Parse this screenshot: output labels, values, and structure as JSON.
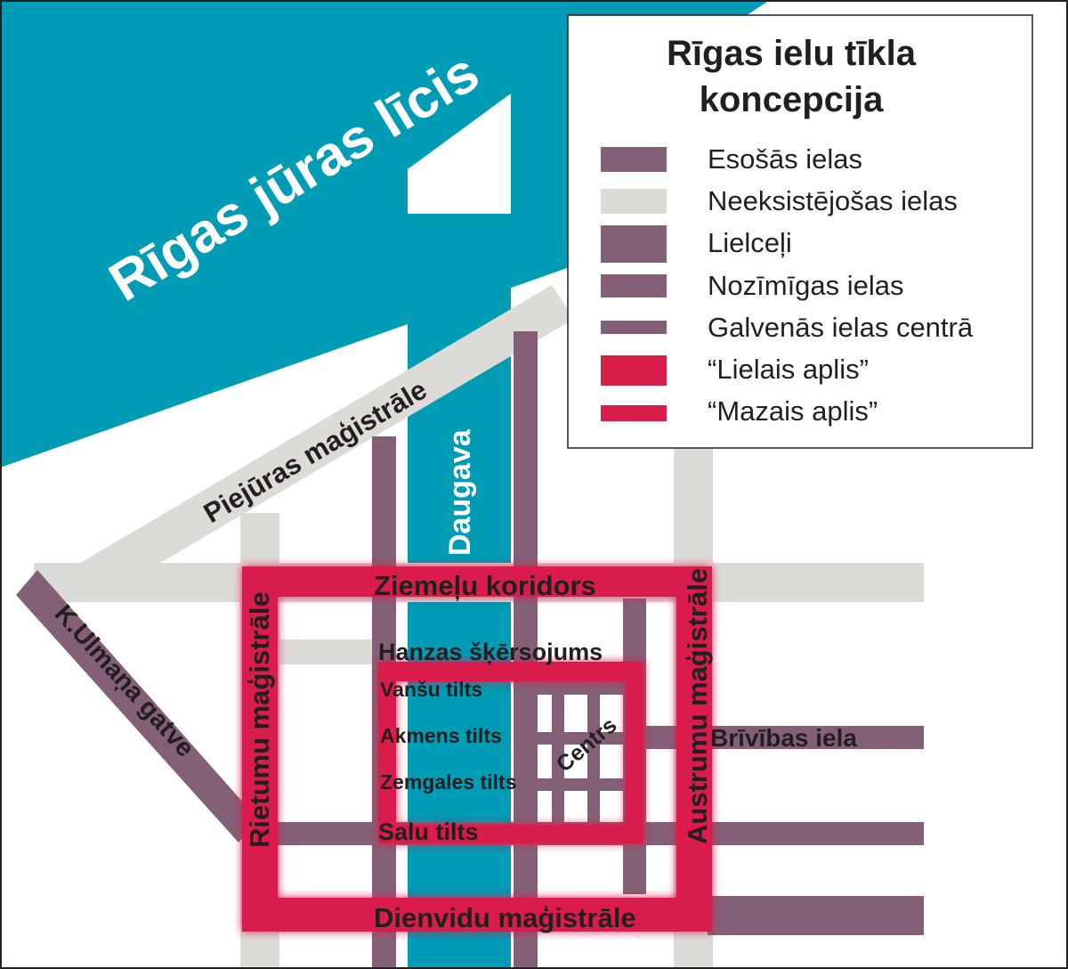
{
  "sea_label": "Rīgas jūras līcis",
  "river_label": "Daugava",
  "legend": {
    "title_line1": "Rīgas ielu tīkla",
    "title_line2": "koncepcija",
    "items": [
      {
        "label": "Esošās ielas",
        "color": "#846078"
      },
      {
        "label": "Neeksistējošas ielas",
        "color": "#dddbd8"
      },
      {
        "label": "Lielceļi",
        "color": "#846078"
      },
      {
        "label": "Nozīmīgas ielas",
        "color": "#846078"
      },
      {
        "label": "Galvenās ielas centrā",
        "color": "#846078"
      },
      {
        "label": "“Lielais aplis”",
        "color": "#d91e4c"
      },
      {
        "label": "“Mazais aplis”",
        "color": "#d91e4c"
      }
    ]
  },
  "labels": {
    "piejuras": "Piejūras maģistrāle",
    "ulmana": "K.Ulmaņa gatve",
    "rietumu": "Rietumu maģistrāle",
    "austrumu": "Austrumu maģistrāle",
    "ziemelu": "Ziemeļu koridors",
    "hanzas": "Hanzas šķērsojums",
    "vansu": "Vanšu tilts",
    "akmens": "Akmens tilts",
    "zemgales": "Zemgales tilts",
    "salu": "Salu tilts",
    "centrs": "Centrs",
    "brivibas": "Brīvības iela",
    "dienvidu": "Dienvidu maģistrāle"
  },
  "colors": {
    "sea": "#009bb4",
    "existing_street": "#846078",
    "nonexistent_street": "#dddbd8",
    "ring": "#d91e4c",
    "background": "#ffffff"
  }
}
